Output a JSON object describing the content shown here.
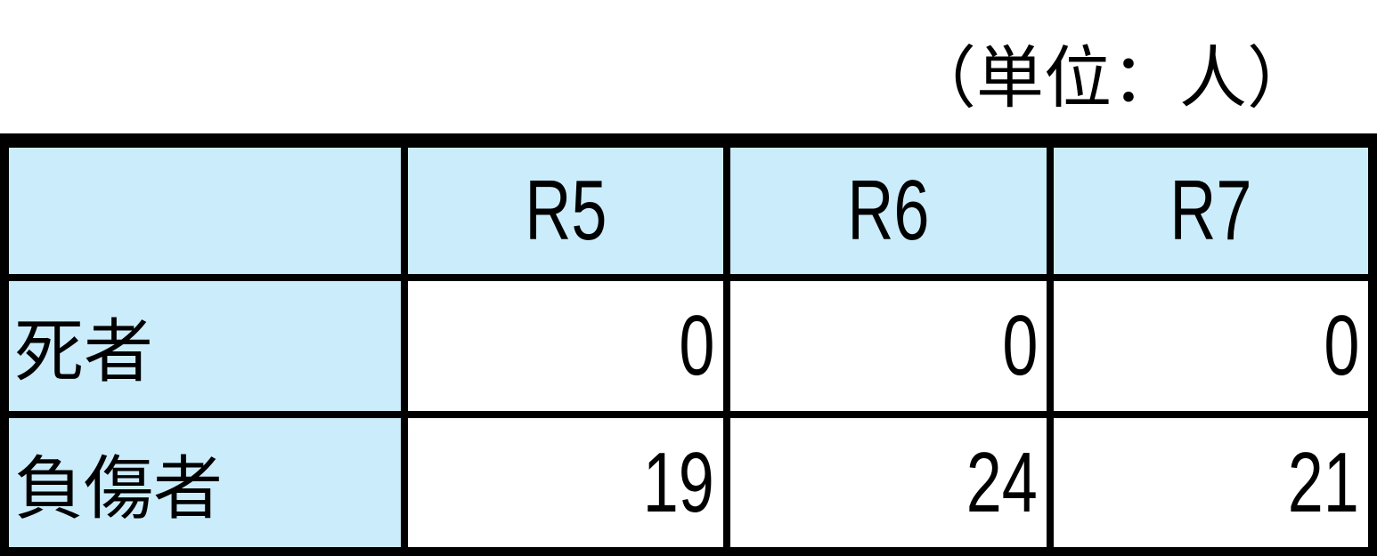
{
  "unit_label": "（単位：人）",
  "table": {
    "columns": [
      "",
      "R5",
      "R6",
      "R7"
    ],
    "rows": [
      {
        "label": "死者",
        "values": [
          "0",
          "0",
          "0"
        ]
      },
      {
        "label": "負傷者",
        "values": [
          "19",
          "24",
          "21"
        ]
      }
    ]
  },
  "colors": {
    "header_bg": "#cbecfb",
    "border": "#000000"
  }
}
